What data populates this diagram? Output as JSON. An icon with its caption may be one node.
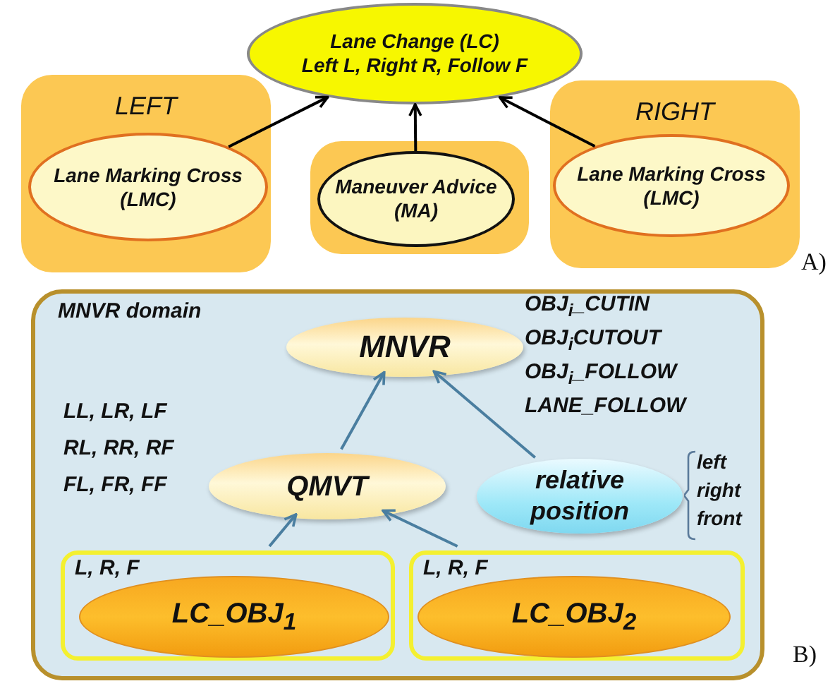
{
  "diagram": {
    "nodes": [
      {
        "text": [
          "Lane Change (LC)",
          "Left L, Right R, Follow F"
        ]
      },
      {
        "text": [
          "LEFT"
        ]
      },
      {
        "text": [
          "Lane Marking Cross (LMC)"
        ],
        "in": 1
      },
      {
        "text": [],
        "shape": "box"
      },
      {
        "text": [
          "Maneuver Advice (MA)"
        ],
        "in": 3
      },
      {
        "text": [
          "RIGHT"
        ]
      },
      {
        "text": [
          "Lane Marking Cross (LMC)"
        ],
        "in": 5
      },
      {
        "text": [
          "MNVR domain"
        ]
      },
      {
        "text": [
          "MNVR"
        ],
        "in": 7
      },
      {
        "text": [
          "QMVT"
        ],
        "in": 7
      },
      {
        "text": [
          "relative position"
        ],
        "in": 7,
        "beside": [
          "left",
          "right",
          "front"
        ]
      },
      {
        "text": [
          "L, R, F"
        ],
        "in": 7
      },
      {
        "text": [
          "LC_OBJ$_{1}$"
        ],
        "in": 11
      },
      {
        "text": [
          "L, R, F"
        ],
        "in": 7
      },
      {
        "text": [
          "LC_OBJ$_{2}$"
        ],
        "in": 13
      }
    ],
    "edges": [
      {
        "from": 2,
        "to": 0,
        "arrow": "to",
        "color": "#000000"
      },
      {
        "from": 4,
        "to": 0,
        "arrow": "to",
        "color": "#000000"
      },
      {
        "from": 6,
        "to": 0,
        "arrow": "to",
        "color": "#000000"
      },
      {
        "from": 9,
        "to": 8,
        "arrow": "to"
      },
      {
        "from": 10,
        "to": 8,
        "arrow": "to"
      },
      {
        "from": 11,
        "to": 9,
        "arrow": "to"
      },
      {
        "from": 13,
        "to": 9,
        "arrow": "to"
      }
    ],
    "labels": [
      "A)",
      "OBJ$_{i}$_CUTIN",
      "OBJ$_{i}$CUTOUT",
      "OBJ$_{i}$_FOLLOW",
      "LANE_FOLLOW",
      "LL, LR, LF",
      "RL, RR, RF",
      "FL, FR, FF",
      "B)"
    ]
  }
}
